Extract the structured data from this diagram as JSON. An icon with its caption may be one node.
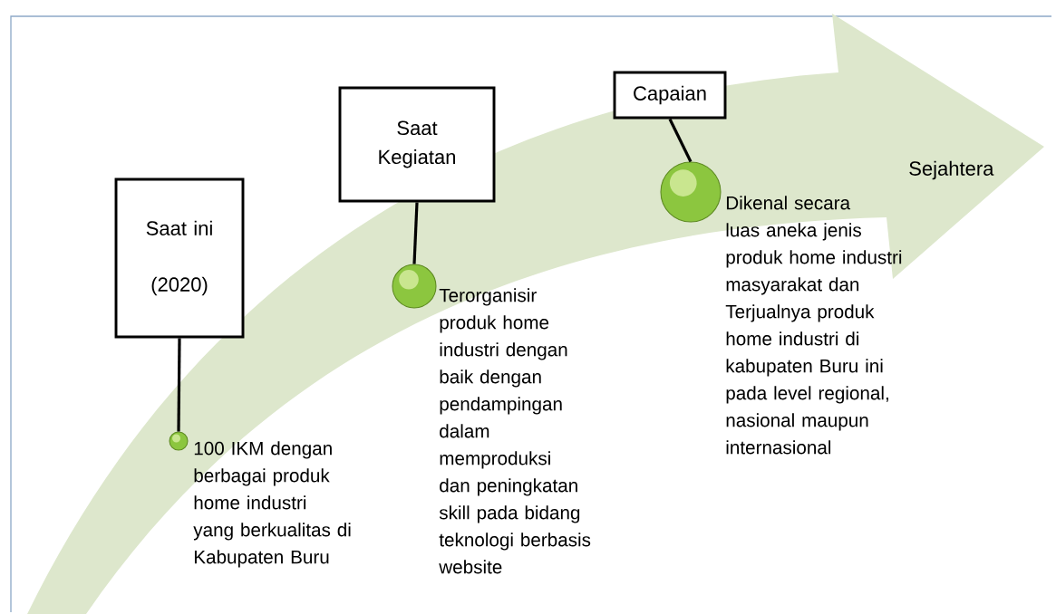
{
  "diagram": {
    "nodes": [
      {
        "text": [
          "Sejahtera"
        ]
      },
      {
        "text": [
          "Saat ini (2020)"
        ]
      },
      {
        "text": [],
        "shape": "circle",
        "in": 0,
        "beside": [
          "100 IKM dengan berbagai produk home industri yang berkualitas di Kabupaten Buru"
        ]
      },
      {
        "text": [
          "Saat Kegiatan"
        ]
      },
      {
        "text": [],
        "shape": "circle",
        "in": 0,
        "beside": [
          "Terorganisir produk home industri dengan baik dengan pendampingan dalam memproduksi dan peningkatan skill pada bidang teknologi berbasis website"
        ]
      },
      {
        "text": [
          "Capaian"
        ]
      },
      {
        "text": [],
        "shape": "circle",
        "in": 0,
        "beside": [
          "Dikenal secara luas aneka jenis produk home industri masyarakat dan Terjualnya produk home industri di kabupaten Buru ini pada level regional, nasional maupun internasional"
        ]
      }
    ],
    "edges": [
      {
        "from": 1,
        "to": 2,
        "arrow": "none"
      },
      {
        "from": 3,
        "to": 4,
        "arrow": "none"
      },
      {
        "from": 5,
        "to": 6,
        "arrow": "none"
      }
    ]
  }
}
